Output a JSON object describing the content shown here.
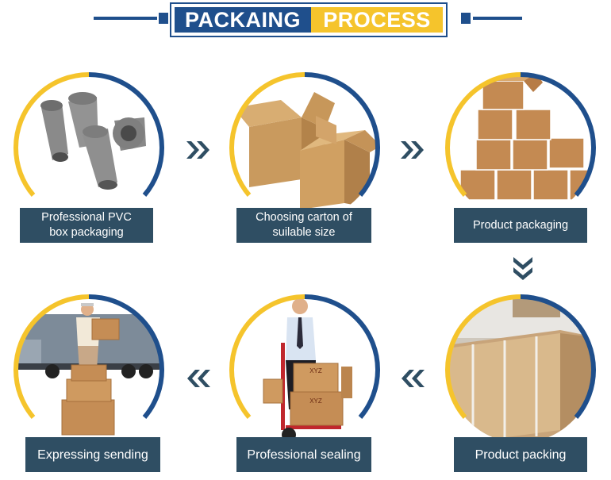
{
  "header": {
    "title_part1": "PACKAING",
    "title_part2": "PROCESS",
    "colors": {
      "navy": "#1f4f8c",
      "yellow": "#f5c42c",
      "label_bg": "#2f4e63",
      "arrow": "#2f4e63"
    }
  },
  "steps": [
    {
      "id": "pvc",
      "label_line1": "Professional PVC",
      "label_line2": "box packaging"
    },
    {
      "id": "carton",
      "label_line1": "Choosing carton of",
      "label_line2": "suilable size"
    },
    {
      "id": "product-packaging",
      "label_line1": "Product packaging",
      "label_line2": ""
    },
    {
      "id": "product-packing",
      "label_line1": "Product packing",
      "label_line2": ""
    },
    {
      "id": "sealing",
      "label_line1": "Professional sealing",
      "label_line2": ""
    },
    {
      "id": "sending",
      "label_line1": "Expressing sending",
      "label_line2": ""
    }
  ],
  "icons": {
    "arrow_right": "double-chevron-right-icon",
    "arrow_down": "double-chevron-down-icon",
    "arrow_left": "double-chevron-left-icon",
    "box_label_text": "XYZ"
  }
}
